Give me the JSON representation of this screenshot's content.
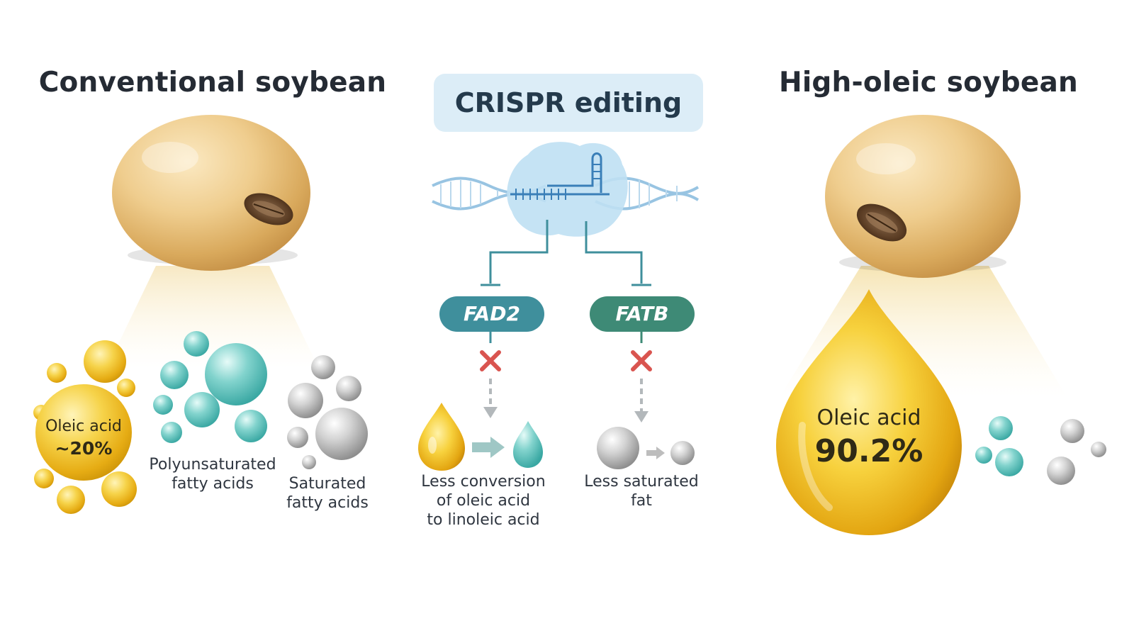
{
  "conventional": {
    "title": "Conventional soybean",
    "oleic_label": "Oleic acid",
    "oleic_value": "~20%",
    "pufa_label": [
      "Polyunsaturated",
      "fatty acids"
    ],
    "sfa_label": [
      "Saturated",
      "fatty acids"
    ]
  },
  "crispr": {
    "title": "CRISPR editing",
    "gene_fad2": "FAD2",
    "gene_fatb": "FATB",
    "fad2_effect": [
      "Less conversion",
      "of oleic acid",
      "to linoleic acid"
    ],
    "fatb_effect": [
      "Less saturated",
      "fat"
    ]
  },
  "high_oleic": {
    "title": "High-oleic soybean",
    "oleic_label": "Oleic acid",
    "oleic_value": "90.2%"
  },
  "colors": {
    "bean": "#e9c27c",
    "oleic_gold": "#f1c21e",
    "pufa_teal": "#5cc0bb",
    "sfa_gray": "#b5b5b5",
    "fad2_pill": "#3f8f9c",
    "fatb_pill": "#3e8a76",
    "block_x": "#d9544f",
    "crispr_box": "#dcedf7",
    "complex_blue": "#bfe0f3"
  }
}
